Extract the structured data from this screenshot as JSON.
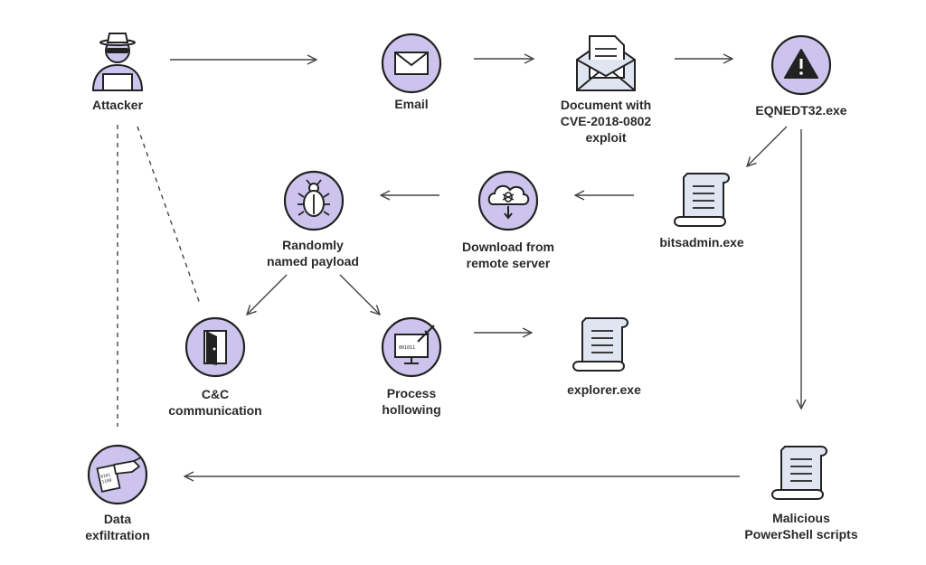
{
  "nodes": {
    "attacker": {
      "lines": [
        "Attacker"
      ],
      "icon": "hacker-icon"
    },
    "email": {
      "lines": [
        "Email"
      ],
      "icon": "envelope-icon"
    },
    "document": {
      "lines": [
        "Document with",
        "CVE-2018-0802",
        "exploit"
      ],
      "icon": "document-envelope-icon"
    },
    "eqnedt": {
      "lines": [
        "EQNEDT32.exe"
      ],
      "icon": "warning-icon"
    },
    "bitsadmin": {
      "lines": [
        "bitsadmin.exe"
      ],
      "icon": "scroll-icon"
    },
    "download": {
      "lines": [
        "Download from",
        "remote server"
      ],
      "icon": "cloud-bug-download-icon"
    },
    "payload": {
      "lines": [
        "Randomly",
        "named payload"
      ],
      "icon": "bug-icon"
    },
    "cnc": {
      "lines": [
        "C&C",
        "communication"
      ],
      "icon": "door-icon"
    },
    "hollowing": {
      "lines": [
        "Process",
        "hollowing"
      ],
      "icon": "monitor-syringe-icon"
    },
    "explorer": {
      "lines": [
        "explorer.exe"
      ],
      "icon": "scroll-icon"
    },
    "exfil": {
      "lines": [
        "Data",
        "exfiltration"
      ],
      "icon": "hand-document-icon"
    },
    "powershell": {
      "lines": [
        "Malicious",
        "PowerShell scripts"
      ],
      "icon": "scroll-icon"
    }
  },
  "colors": {
    "accent_fill": "#cdc4ee",
    "outline": "#222222",
    "scroll_fill": "#dfe6f2",
    "arrow": "#444444"
  }
}
